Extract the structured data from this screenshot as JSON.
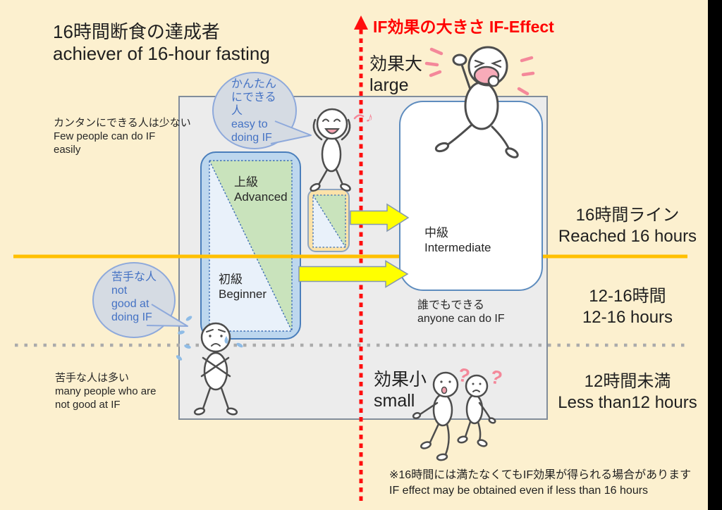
{
  "palette": {
    "background": "#FCF0CF",
    "panel_gray": "#ECECEC",
    "blue_box_fill": "#BDD7EE",
    "blue_box_border": "#4A7EBB",
    "green_zone": "#C9E3BC",
    "pale_zone": "#E9F1FA",
    "small_box_fill": "#FBE2A9",
    "orange_line": "#FFC000",
    "red_axis": "#FF0E0E",
    "arrow_yellow": "#FFFF00",
    "dotted_gray": "#ABABAB",
    "bubble_fill": "#D5DBE3",
    "bubble_border": "#8EA9DB",
    "bubble_text": "#4472C4",
    "pink_accent": "#F4889A"
  },
  "title": {
    "ja": "16時間断食の達成者",
    "en": "achiever of 16-hour fasting"
  },
  "axis": {
    "title": "IF効果の大きさ IF-Effect",
    "large_ja": "効果大",
    "large_en": "large",
    "small_ja": "効果小",
    "small_en": "small"
  },
  "notes": {
    "few_ja": "カンタンにできる人は少ない",
    "few_en1": "Few people can do IF",
    "few_en2": "easily",
    "many_ja": "苦手な人は多い",
    "many_en1": "many people who are",
    "many_en2": "not good at IF"
  },
  "bubbles": {
    "easy": [
      "かんたん",
      "にできる",
      "人",
      "easy to",
      "doing IF"
    ],
    "not_good": [
      "苦手な人",
      "not",
      "good at",
      "doing IF"
    ]
  },
  "zones": {
    "advanced_ja": "上級",
    "advanced_en": "Advanced",
    "beginner_ja": "初級",
    "beginner_en": "Beginner",
    "intermediate_ja": "中級",
    "intermediate_en": "Intermediate",
    "anyone_ja": "誰でもできる",
    "anyone_en": "anyone can do IF"
  },
  "right_labels": {
    "line16_ja": "16時間ライン",
    "line16_en": "Reached 16 hours",
    "mid_ja": "12-16時間",
    "mid_en": "12-16 hours",
    "low_ja": "12時間未満",
    "low_en": "Less than12 hours"
  },
  "footnote": {
    "ja": "※16時間には満たなくてもIF効果が得られる場合があります",
    "en": "IF effect may be obtained even if less than 16 hours"
  },
  "decorations": {
    "question_mark": "?",
    "music_note": "♪"
  }
}
